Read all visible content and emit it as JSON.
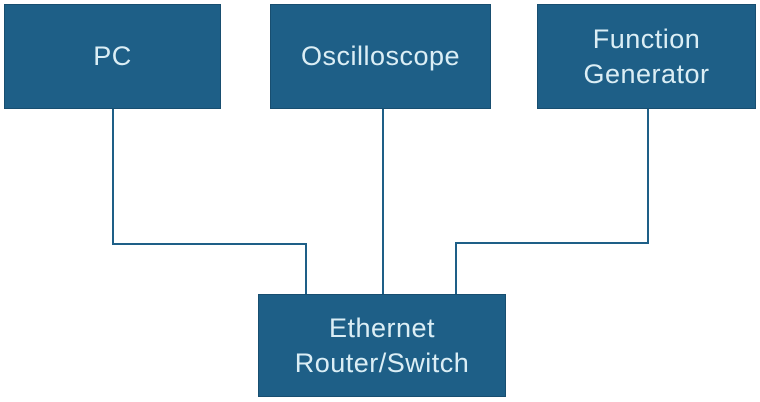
{
  "diagram": {
    "type": "network-topology",
    "nodes": {
      "pc": {
        "label": "PC"
      },
      "oscilloscope": {
        "label": "Oscilloscope"
      },
      "function_generator": {
        "label": "Function Generator"
      },
      "router": {
        "label": "Ethernet Router/Switch"
      }
    },
    "edges": [
      {
        "from": "pc",
        "to": "router",
        "style": "elbow"
      },
      {
        "from": "oscilloscope",
        "to": "router",
        "style": "straight"
      },
      {
        "from": "function_generator",
        "to": "router",
        "style": "elbow"
      }
    ],
    "colors": {
      "node_fill": "#1e5f87",
      "node_border": "#184e70",
      "node_text": "#dbeef5",
      "connector": "#1e5f87",
      "background": "#ffffff"
    }
  }
}
